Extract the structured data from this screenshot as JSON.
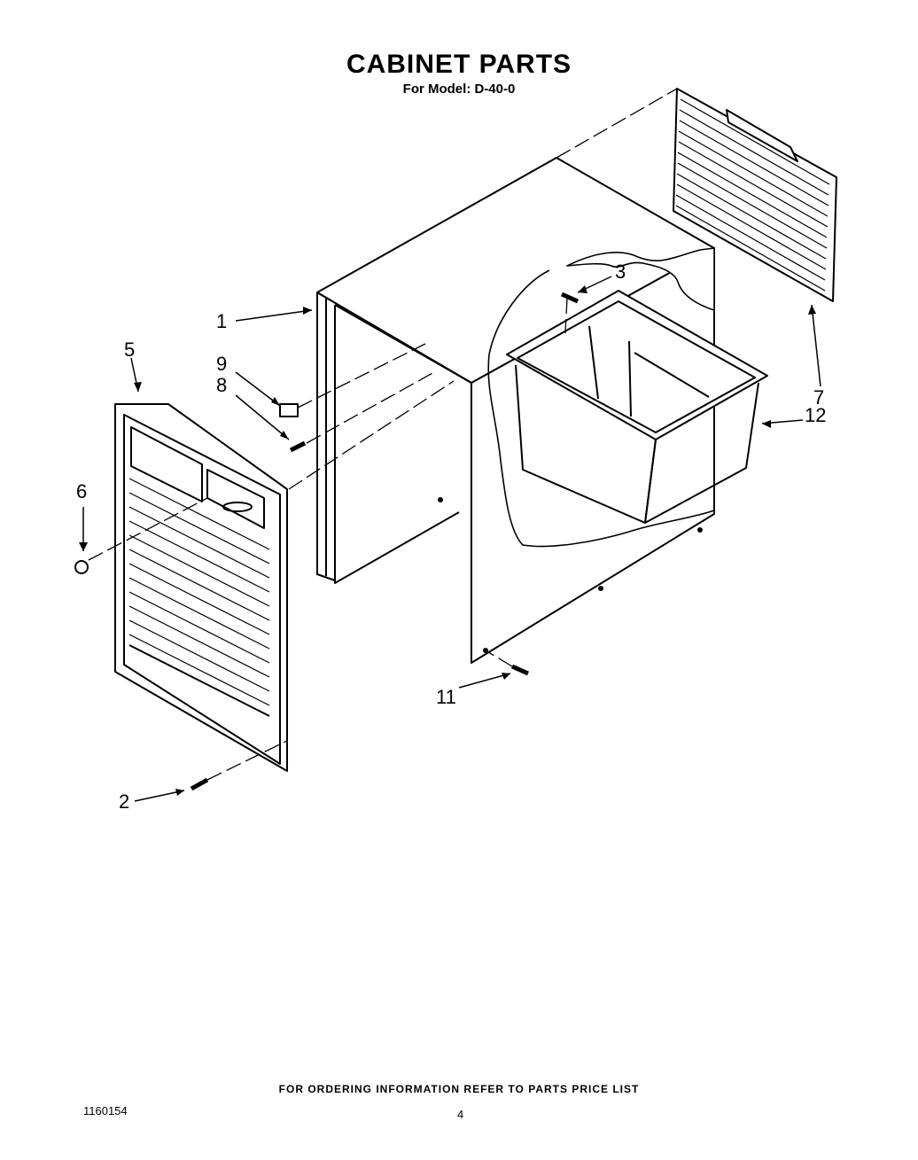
{
  "title": "CABINET PARTS",
  "subtitle": "For Model: D-40-0",
  "callouts": [
    "1",
    "2",
    "3",
    "5",
    "6",
    "7",
    "8",
    "9",
    "11",
    "12"
  ],
  "footer": "FOR ORDERING INFORMATION REFER TO PARTS PRICE LIST",
  "doc_number": "1160154",
  "page_number": "4"
}
